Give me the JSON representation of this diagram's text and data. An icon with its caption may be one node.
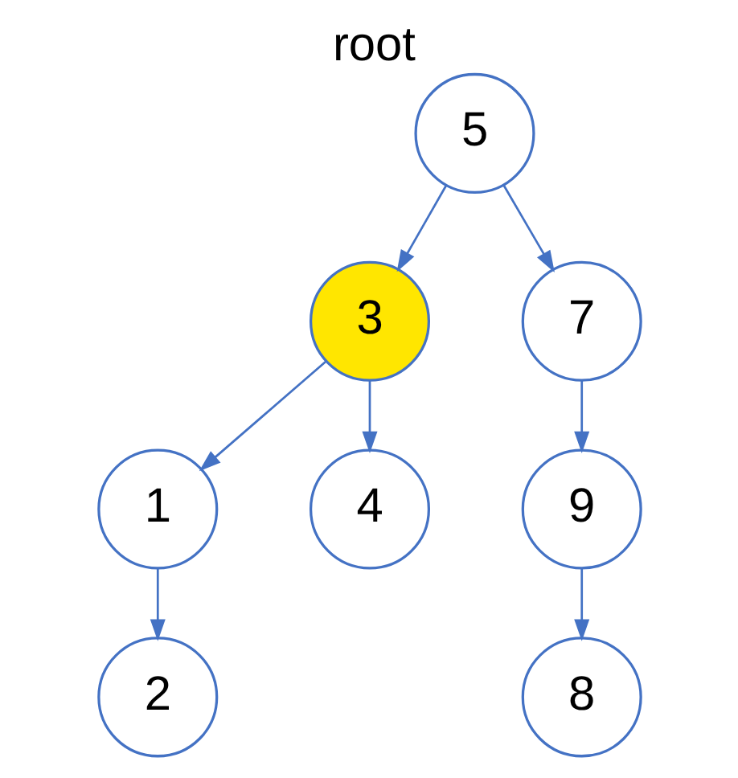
{
  "diagram": {
    "nodes": [
      {
        "text": [
          "5"
        ],
        "beside": [
          "root"
        ]
      },
      {
        "text": [
          "3"
        ]
      },
      {
        "text": [
          "7"
        ]
      },
      {
        "text": [
          "1"
        ]
      },
      {
        "text": [
          "4"
        ]
      },
      {
        "text": [
          "9"
        ]
      },
      {
        "text": [
          "2"
        ]
      },
      {
        "text": [
          "8"
        ]
      }
    ],
    "edges": [
      {
        "from": 0,
        "to": 1,
        "arrow": "to"
      },
      {
        "from": 0,
        "to": 2,
        "arrow": "to"
      },
      {
        "from": 1,
        "to": 3,
        "arrow": "to"
      },
      {
        "from": 1,
        "to": 4,
        "arrow": "to"
      },
      {
        "from": 2,
        "to": 5,
        "arrow": "to"
      },
      {
        "from": 3,
        "to": 6,
        "arrow": "to"
      },
      {
        "from": 5,
        "to": 7,
        "arrow": "to"
      }
    ]
  }
}
